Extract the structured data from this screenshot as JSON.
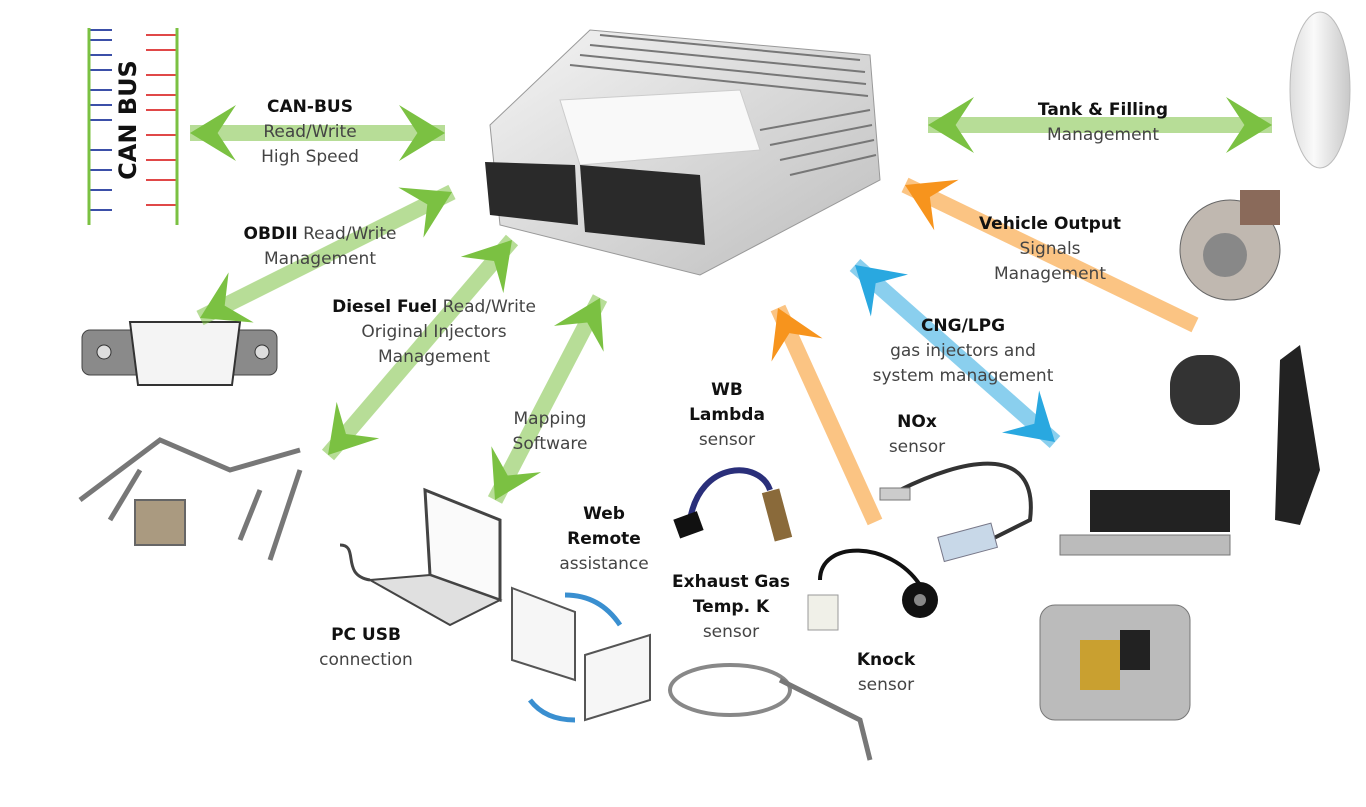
{
  "colors": {
    "green": "#7bc142",
    "orange": "#f7941d",
    "blue": "#29a8e0"
  },
  "canbus_image_text": "CAN BUS",
  "labels": {
    "canbus": {
      "title": "CAN-BUS",
      "line1": "Read/Write",
      "line2": "High Speed"
    },
    "obdii": {
      "title": "OBDII",
      "line1": "Read/Write",
      "line2": "Management"
    },
    "diesel": {
      "title": "Diesel Fuel",
      "line1": "Read/Write",
      "line2": "Original Injectors",
      "line3": "Management"
    },
    "mapping": {
      "line1": "Mapping",
      "line2": "Software"
    },
    "tank": {
      "title": "Tank & Filling",
      "line1": "Management"
    },
    "vehicle_output": {
      "title": "Vehicle Output",
      "line1": "Signals",
      "line2": "Management"
    },
    "cng": {
      "title": "CNG/LPG",
      "line1": "gas injectors and",
      "line2": "system management"
    },
    "wb": {
      "title1": "WB",
      "title2": "Lambda",
      "line1": "sensor"
    },
    "nox": {
      "title": "NOx",
      "line1": "sensor"
    },
    "web": {
      "title1": "Web",
      "title2": "Remote",
      "line1": "assistance"
    },
    "egt": {
      "title1": "Exhaust Gas",
      "title2": "Temp. K",
      "line1": "sensor"
    },
    "pcusb": {
      "title": "PC USB",
      "line1": "connection"
    },
    "knock": {
      "title": "Knock",
      "line1": "sensor"
    }
  }
}
